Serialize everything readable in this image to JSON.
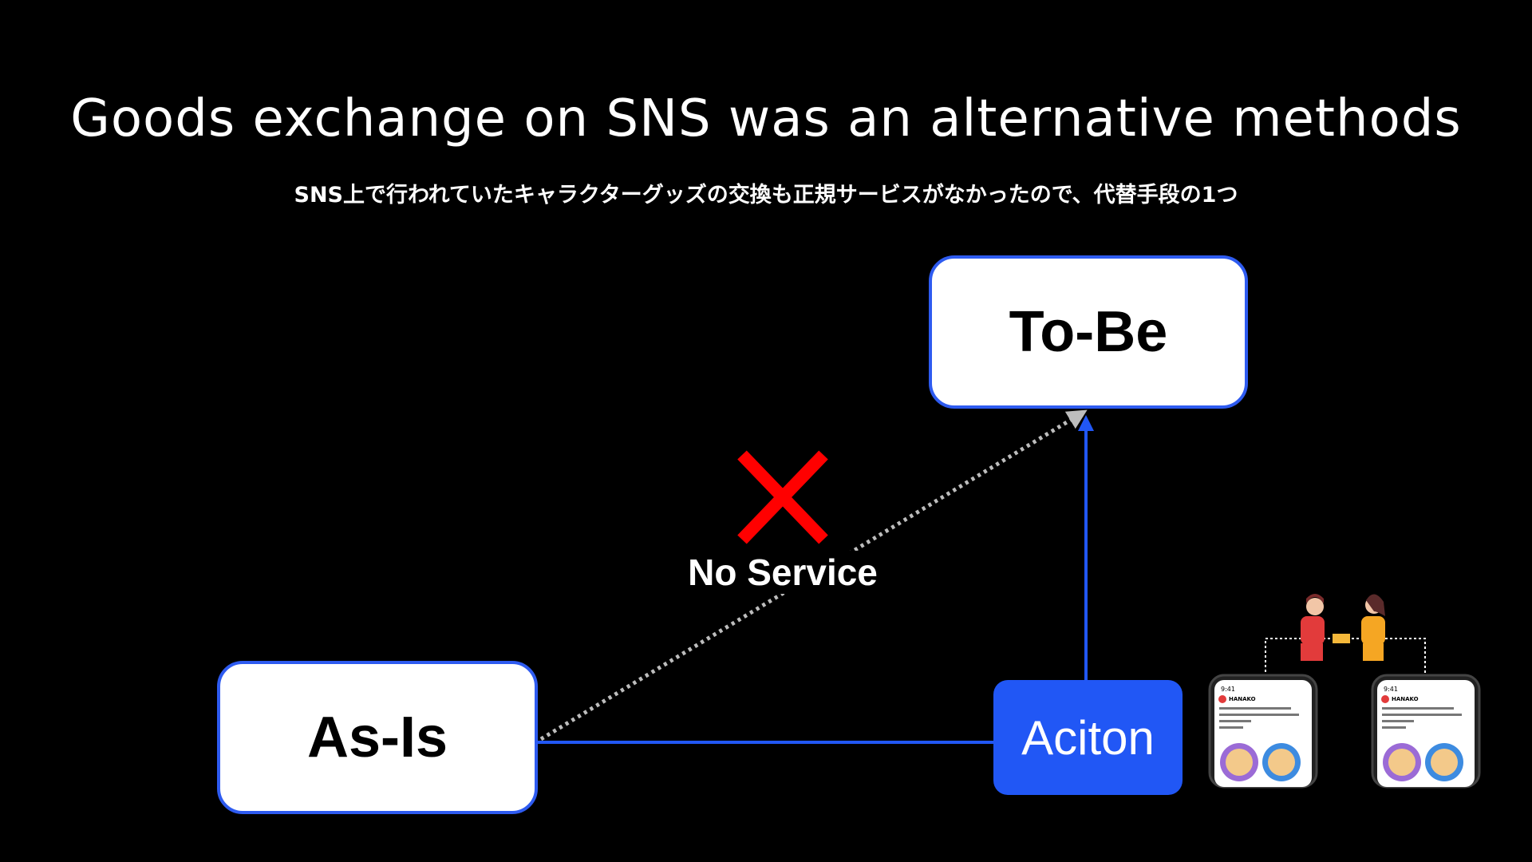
{
  "slide": {
    "title": "Goods exchange on SNS was an alternative methods",
    "subtitle": "SNS上で行われていたキャラクターグッズの交換も正規サービスがなかったので、代替手段の1つ"
  },
  "diagram": {
    "to_be_label": "To-Be",
    "as_is_label": "As-Is",
    "action_label": "Aciton",
    "no_service_label": "No Service"
  },
  "colors": {
    "background": "#000000",
    "accent_blue": "#2157f5",
    "box_border": "#2e5bf0",
    "cross_red": "#ff0000",
    "dotted_gray": "#bdbdbd"
  },
  "illustration": {
    "phones": [
      {
        "user": "HANAKO",
        "time": "9:41"
      },
      {
        "user": "HANAKO",
        "time": "9:41"
      }
    ],
    "icons": [
      "two-people-exchange-icon",
      "phone-icon",
      "character-badge-icon"
    ]
  }
}
